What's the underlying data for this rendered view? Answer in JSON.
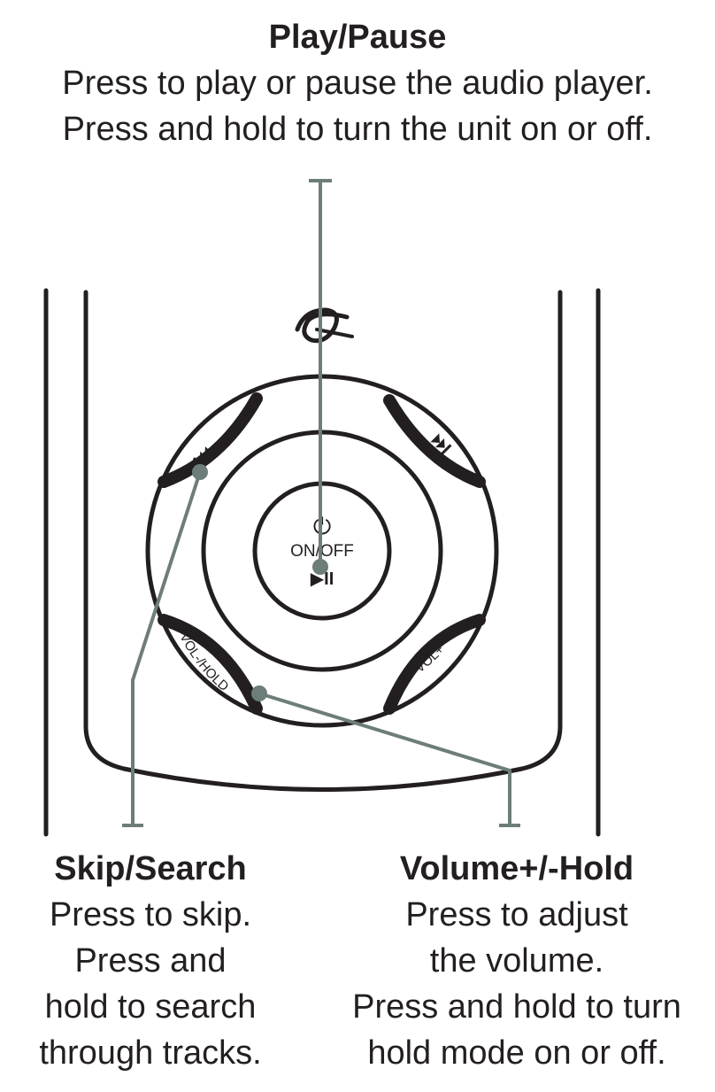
{
  "colors": {
    "outline": "#231f20",
    "leader": "#6d7d79",
    "background": "#ffffff"
  },
  "callouts": {
    "play_pause": {
      "heading": "Play/Pause",
      "lines": [
        "Press to play or pause the audio player.",
        "Press and hold to turn the unit on or off."
      ]
    },
    "skip_search": {
      "heading": "Skip/Search",
      "lines": [
        "Press to skip.",
        "Press and",
        "hold to search",
        "through tracks."
      ]
    },
    "volume_hold": {
      "heading": "Volume+/-Hold",
      "lines": [
        "Press to adjust",
        "the volume.",
        "Press and hold to turn",
        "hold mode on or off."
      ]
    }
  },
  "device": {
    "center_button": {
      "power_symbol": "⏻",
      "label": "ON/OFF",
      "play_pause_symbol": "▶II"
    },
    "segments": {
      "skip_back_icon": "skip-back-icon",
      "skip_forward_icon": "skip-forward-icon",
      "vol_minus_label": "VOL-/HOLD",
      "vol_plus_label": "VOL+"
    }
  }
}
